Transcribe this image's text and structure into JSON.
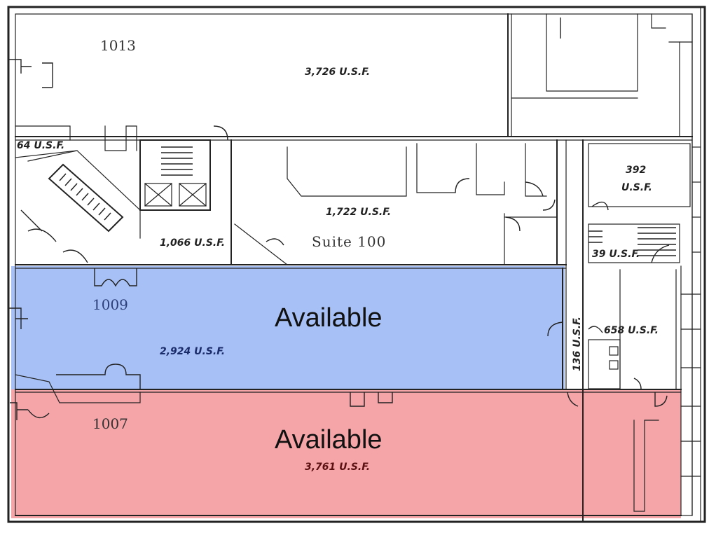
{
  "colors": {
    "blue_overlay": "#a7c0f5",
    "red_overlay": "#f5a4a8",
    "wall": "#222222"
  },
  "rooms": {
    "r1013": {
      "number": "1013",
      "area": "3,726 U.S.F."
    },
    "r64": {
      "area": "64 U.S.F."
    },
    "r392": {
      "area_line1": "392",
      "area_line2": "U.S.F."
    },
    "r1066": {
      "area": "1,066 U.S.F."
    },
    "r1722": {
      "area": "1,722 U.S.F.",
      "name": "Suite 100"
    },
    "r39": {
      "area": "39 U.S.F."
    },
    "r1009": {
      "number": "1009",
      "area": "2,924 U.S.F.",
      "status": "Available"
    },
    "r136": {
      "area": "136 U.S.F."
    },
    "r658": {
      "area": "658 U.S.F."
    },
    "r1007": {
      "number": "1007",
      "area": "3,761 U.S.F.",
      "status": "Available"
    }
  }
}
